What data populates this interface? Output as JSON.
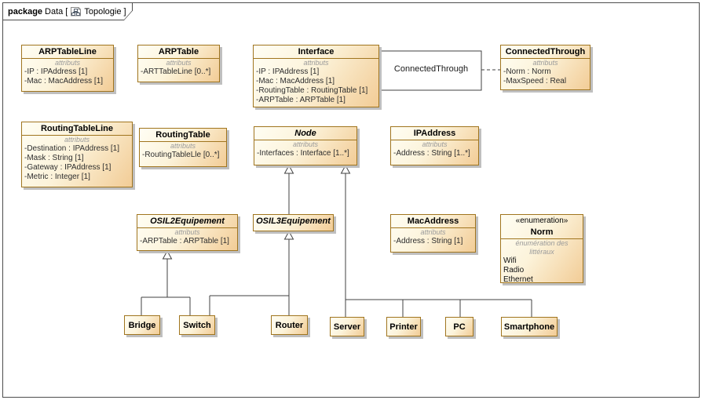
{
  "tab": {
    "keyword": "package",
    "name": "Data",
    "open_bracket": "[",
    "diagram": "Topologie",
    "close_bracket": "]"
  },
  "labels": {
    "attributes": "attributs",
    "enum_literals": "énumération des littéraux"
  },
  "association": {
    "label": "ConnectedThrough",
    "from": "Interface",
    "to": "Interface",
    "association_class": "ConnectedThrough"
  },
  "colors": {
    "box_border": "#a0751f",
    "box_fill_light": "#fffef4",
    "box_fill_dark": "#f2cc96",
    "line": "#404040",
    "shadow": "#bfbfbf",
    "muted_text": "#9a9a9a"
  },
  "classes": [
    {
      "name": "ARPTableLine",
      "attrs": [
        "-IP : IPAddress [1]",
        "-Mac : MacAddress [1]"
      ]
    },
    {
      "name": "ARPTable",
      "attrs": [
        "-ARTTableLine [0..*]"
      ]
    },
    {
      "name": "Interface",
      "attrs": [
        "-IP : IPAddress [1]",
        "-Mac : MacAddress [1]",
        "-RoutingTable : RoutingTable [1]",
        "-ARPTable : ARPTable [1]"
      ]
    },
    {
      "name": "ConnectedThrough",
      "attrs": [
        "-Norm : Norm",
        "-MaxSpeed : Real"
      ]
    },
    {
      "name": "RoutingTableLine",
      "attrs": [
        "-Destination : IPAddress [1]",
        "-Mask : String [1]",
        "-Gateway : IPAddress [1]",
        "-Metric : Integer [1]"
      ]
    },
    {
      "name": "RoutingTable",
      "attrs": [
        "-RoutingTableLle [0..*]"
      ]
    },
    {
      "name": "Node",
      "abstract": true,
      "attrs": [
        "-Interfaces : Interface [1..*]"
      ]
    },
    {
      "name": "IPAddress",
      "attrs": [
        "-Address : String [1..*]"
      ]
    },
    {
      "name": "OSIL2Equipement",
      "abstract": true,
      "attrs": [
        "-ARPTable : ARPTable [1]"
      ]
    },
    {
      "name": "OSIL3Equipement",
      "abstract": true,
      "attrs": []
    },
    {
      "name": "MacAddress",
      "attrs": [
        "-Address : String [1]"
      ]
    },
    {
      "name": "Norm",
      "stereotype": "«enumeration»",
      "literals": [
        "Wifi",
        "Radio",
        "Ethernet"
      ]
    },
    {
      "name": "Bridge"
    },
    {
      "name": "Switch"
    },
    {
      "name": "Router"
    },
    {
      "name": "Server"
    },
    {
      "name": "Printer"
    },
    {
      "name": "PC"
    },
    {
      "name": "Smartphone"
    }
  ],
  "relationships": {
    "generalizations": [
      {
        "child": "OSIL3Equipement",
        "parent": "Node"
      },
      {
        "child": "Server",
        "parent": "Node"
      },
      {
        "child": "Printer",
        "parent": "Node"
      },
      {
        "child": "PC",
        "parent": "Node"
      },
      {
        "child": "Smartphone",
        "parent": "Node"
      },
      {
        "child": "Bridge",
        "parent": "OSIL2Equipement"
      },
      {
        "child": "Switch",
        "parent": "OSIL2Equipement"
      },
      {
        "child": "Switch",
        "parent": "OSIL3Equipement"
      },
      {
        "child": "Router",
        "parent": "OSIL3Equipement"
      }
    ]
  }
}
